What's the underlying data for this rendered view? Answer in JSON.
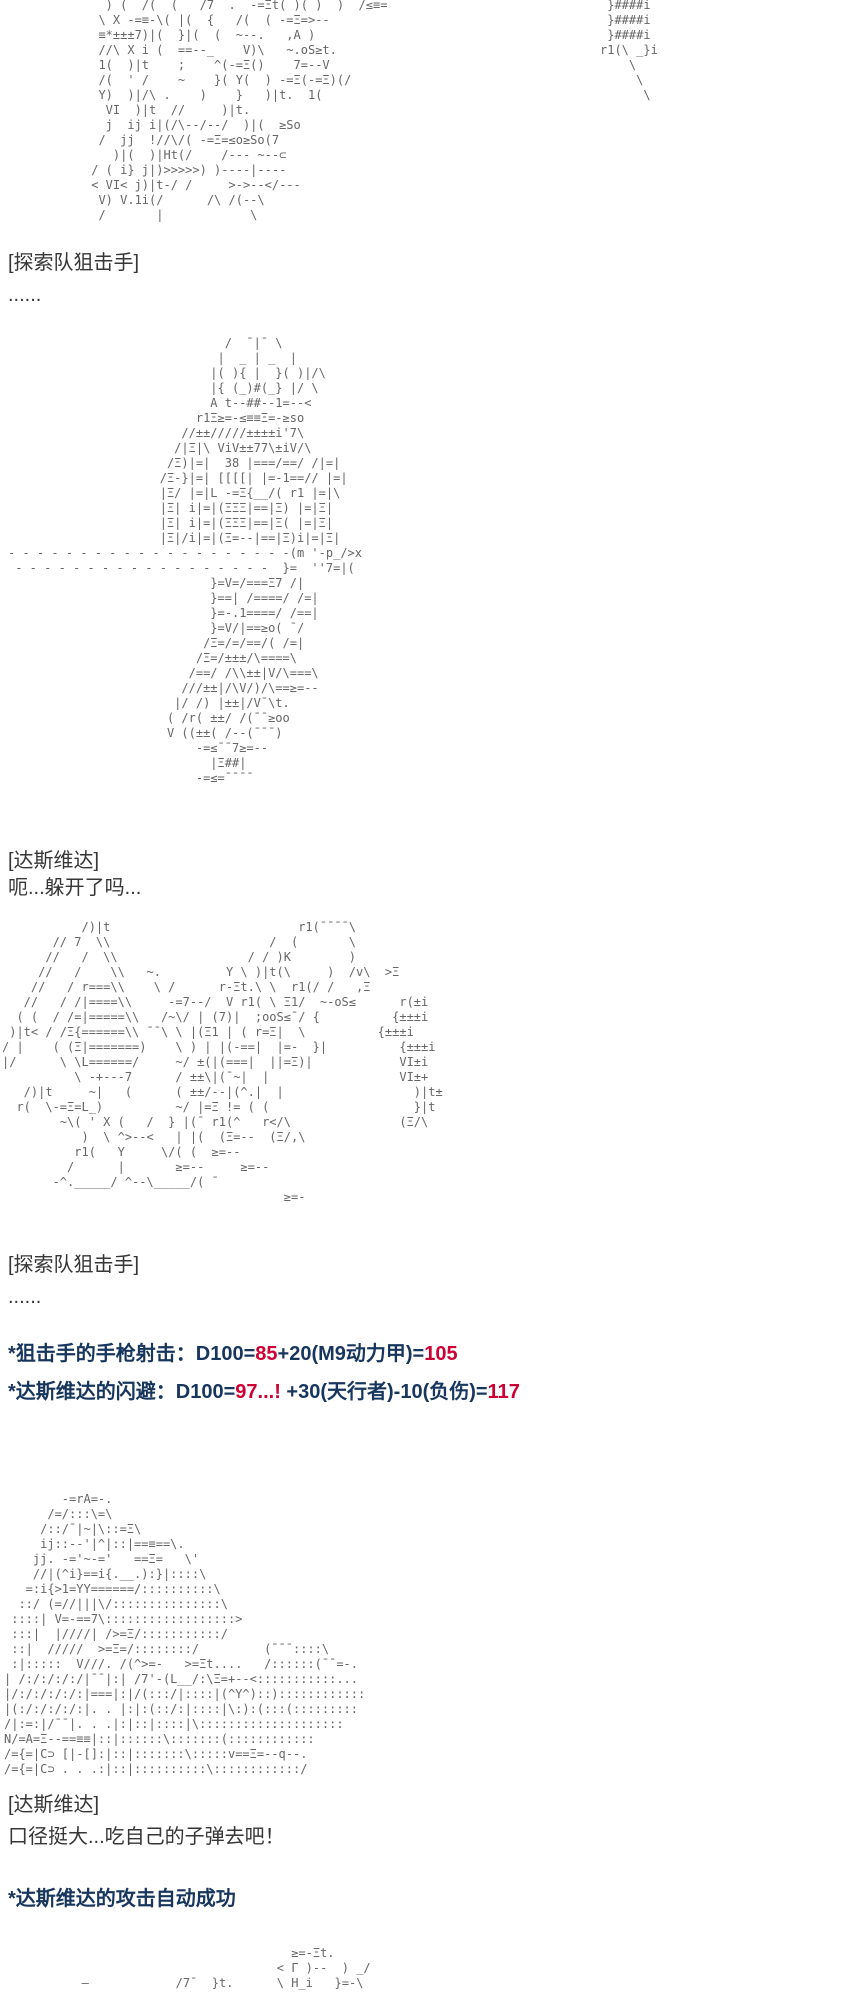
{
  "colors": {
    "background": "#ffffff",
    "aa_text": "#666666",
    "body_text": "#363636",
    "roll_text": "#17365d",
    "roll_highlight": "#cc0033"
  },
  "dialogue": {
    "sniper1_speaker": "[探索队狙击手]",
    "sniper1_line": "......",
    "vader1_speaker": "[达斯维达]",
    "vader1_line": "呃...躲开了吗...",
    "sniper2_speaker": "[探索队狙击手]",
    "sniper2_line": "......",
    "vader2_speaker": "[达斯维达]",
    "vader2_line": "口径挺大...吃自己的子弹去吧！"
  },
  "dice_rolls": {
    "attack": {
      "label": "*狙击手的手枪射击：D100=",
      "roll": "85",
      "modifier": "+20(M9动力甲)=",
      "total": "105"
    },
    "dodge": {
      "label": "*达斯维达的闪避：D100=",
      "roll": "97...!",
      "modifier": " +30(天行者)-10(负伤)=",
      "total": "117"
    },
    "auto_success": "*达斯维达的攻击自动成功"
  },
  "ascii_art": {
    "sniper_top_lines": [
      "   ) (  /(  (   /7  .  -=Ξt( )( )  )  /≤≡=",
      "  \\ X -=≡-\\( |(  {   /(  ( -=Ξ=>--",
      "  ≡*±±±7)|(  }|(  (  ~--.   ,A )",
      "  //\\ X i (  ==--_    V)\\   ~.oS≥t.",
      "  1(  )|t    ;    ^(-=Ξ()    7=--V",
      "  /(  ' /    ~    }( Y(  ) -=Ξ(-=Ξ)(/",
      "  Y)  )|/\\ .    )    }   )|t.  1(",
      "   VI  )|t  //     )|t.",
      "   j  ij i|(/\\--/--/  )|(  ≥So",
      "  /  jj  !//\\/( -=Ξ=≤o≥So(7",
      "    )|(  )|Ht(/    /--- ~--⊂",
      " / ( i} j|)>>>>>) )----|----",
      " < VI< j)|t-/ /     >->--</---",
      "  V) V.1i(/      /\\ /(--\\",
      "  /       |            \\"
    ],
    "sniper_top_grid": [
      " }####i",
      " }####i",
      " }####i",
      "r1(\\ _}i",
      "    \\",
      "     \\",
      "      \\"
    ],
    "vader_mech": [
      "                              /  ¯|¯ \\",
      "                             |  _ | _  |",
      "                            |( ){ |  }( )|/\\",
      "                            |{ (_)#(_} |/ \\",
      "                            A t--##--1=--<",
      "                          r1Ξ≥=-≤≡≡Ξ=-≥so",
      "                        //±±/////±±±±i'7\\",
      "                       /|Ξ|\\ ViV±±77\\±iV/\\",
      "                      /Ξ)|=|  38 |===/==/ /|=|",
      "                     /Ξ-}|=| [[[[| |=-1==// |=|",
      "                     |Ξ/ |=|L -=Ξ{__/( r1 |=|\\",
      "                     |Ξ| i|=|(ΞΞΞ|==|Ξ) |=|Ξ|",
      "                     |Ξ| i|=|(ΞΞΞ|==|Ξ( |=|Ξ|",
      "                     |Ξ|/i|=|(Ξ=--|==|Ξ)i|=|Ξ|",
      "- - - - - - - - - - - - - - - - - - - -(m '-p_/>x",
      " - - - - - - - - - - - - - - - - - -  }=  ''7=|(",
      "                            }=V=/===Ξ7 /|",
      "                            }==| /====/ /=|",
      "                            }=-.1====/ /==|",
      "                            }=V/|==≥o( ¯/",
      "                           /Ξ=/=/==/( /=|",
      "                          /Ξ=/±±±/\\====\\",
      "                         /==/ /\\\\±±|V/\\===\\",
      "                        ///±±|/\\V/)/\\==≥=--",
      "                       |/ /) |±±|/V¯\\t.",
      "                      ( /r( ±±/ /(¯¯≥oo",
      "                      V ((±±( /--(¯¯¯)",
      "                          -=≤¯¯7≥=--",
      "                            |Ξ##|",
      "                          -=≤=¯¯¯¯"
    ],
    "battle_scene": [
      "           /)|t                          r1(¯¯¯¯\\",
      "       // 7  \\\\                      /  (       \\",
      "      //   /  \\\\                  / / )K        )",
      "     //   /    \\\\   ~.         Y \\ )|t(\\     )  /v\\  >Ξ",
      "    //   / r===\\\\    \\ /      r-Ξt.\\ \\  r1(/ /   ,Ξ",
      "   //   / /|====\\\\     -=7--/  V r1( \\ Ξ1/  ~-oS≤      r(±i",
      "  ( (  / /=|=====\\\\   /~\\/ | (7)|  ;ooS≤¯/ {          {±±±i",
      " )|t< / /Ξ{======\\\\ ¯¯\\ \\ |(Ξ1 | ( r=Ξ|  \\          {±±±i",
      "/ |    ( (Ξ|=======)    \\ ) | |(-==|  |=-  }|          {±±±i",
      "|/      \\ \\L======/     ~/ ±(|(===|  ||=Ξ)|            VI±i",
      "          \\ -+---7      / ±±\\|(¯~|  |                  VI±+",
      "   /)|t     ~|   (      ( ±±/--|(^.|  |                  )|t±",
      "  r(  \\-=Ξ=L_)          ~/ |=Ξ != ( (                    }|t",
      "        ~\\( ' X (   /  } |(¯ r1(^   r</\\               (Ξ/\\",
      "           )  \\ ^>--<   | |(  (Ξ=--  (Ξ/,\\",
      "          r1(   Y     \\/( (  ≥=--",
      "         /      |       ≥=--     ≥=--",
      "       -^._____/ ^--\\_____/( ¯",
      "                                       ≥=-"
    ],
    "vader_firing": [
      "        -=rA=-.",
      "      /=/:::\\=\\",
      "     /::/¯|~|\\::=Ξ\\",
      "     ij::--'|^|::|==≡==\\.",
      "    jj. -='~-='   ==Ξ=   \\'",
      "    //|(^i}==i{.__.):}|::::\\",
      "   =:i{>1=YY======/::::::::::\\",
      "  ::/ (=//|||\\/:::::::::::::::\\",
      " ::::| V=-==7\\::::::::::::::::::>",
      " :::|  |////| />=Ξ/:::::::::::/",
      " ::|  /////  >=Ξ=/::::::::/         (¯¯¯::::\\",
      " :|:::::  V///. /(^>=-   >=Ξt....   /::::::(¯¯=-.",
      "| /:/:/:/:/|¯¯|:| /7'-(L__/:\\Ξ=+--<:::::::::::...",
      "|/:/:/:/:/:|===|:|/(:::/|::::|(^Y^)::)::::::::::::",
      "|(:/:/:/:/:|. . |:|:(::/:|::::|\\:):(:::(:::::::::",
      "/|:=:|/¯¯|. . .|:|::|::::|\\::::::::::::::::::::",
      "N/=A=Ξ--==≡≡|::|::::::\\:::::::(::::::::::::",
      "/={=|C⊃ [|-[]:|::|:::::::\\:::::v==Ξ=--q--.",
      "/={=|C⊃ . . .:|::|::::::::::\\::::::::::::/"
    ],
    "next_panel_partial": [
      "                                ≥=-Ξt.",
      "                              < Γ )--  ) _/",
      "   —            /7¯  }t.      \\ H_i   }=-\\"
    ]
  }
}
